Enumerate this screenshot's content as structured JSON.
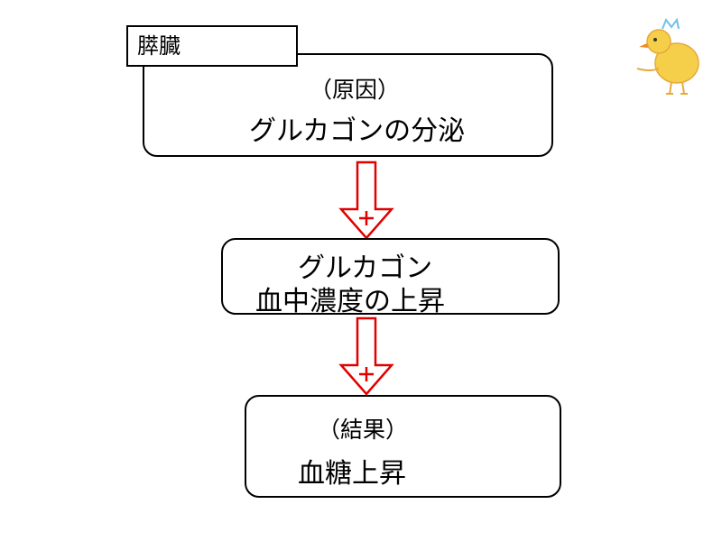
{
  "organ_label": "膵臓",
  "cause_box": {
    "heading": "（原因）",
    "text": "グルカゴンの分泌"
  },
  "middle_box": {
    "line1": "グルカゴン",
    "line2": "血中濃度の上昇"
  },
  "result_box": {
    "heading": "（結果）",
    "text": "血糖上昇"
  },
  "arrows": [
    {
      "sign": "+",
      "color": "#e00000"
    },
    {
      "sign": "+",
      "color": "#e00000"
    }
  ],
  "mascot": {
    "icon": "chick-icon"
  }
}
